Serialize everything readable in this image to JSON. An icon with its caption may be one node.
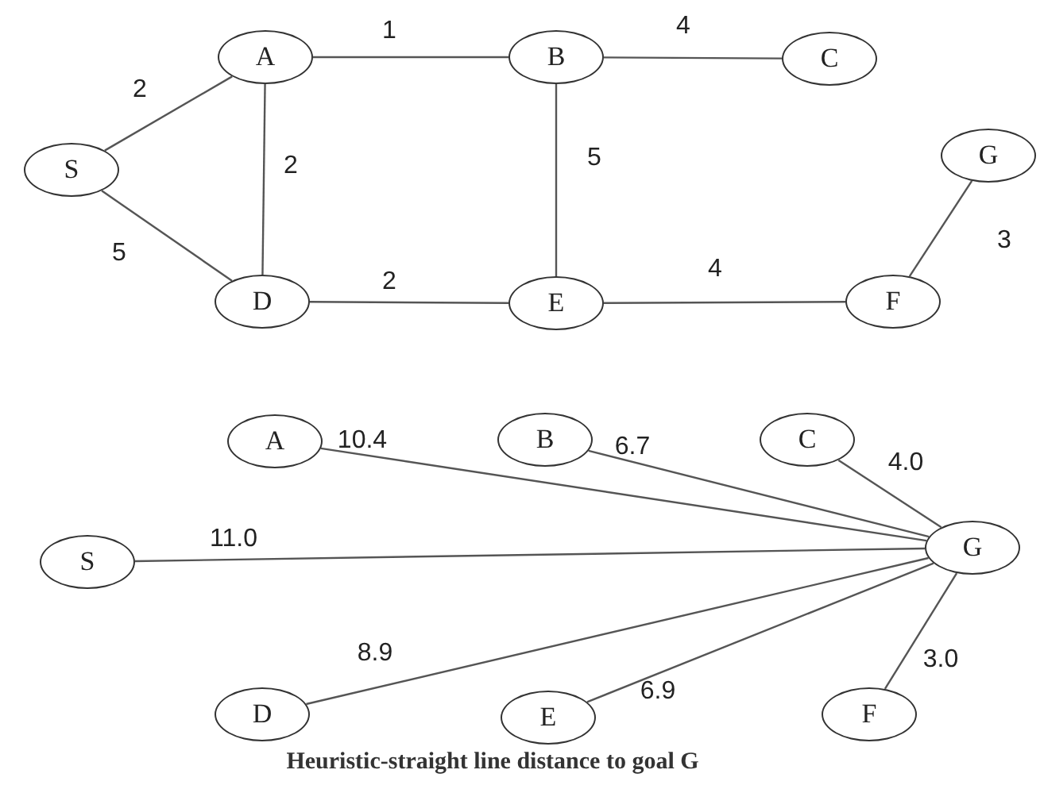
{
  "diagram": {
    "caption": "Heuristic-straight line distance to goal G",
    "nodes": [
      {
        "text": [
          "S"
        ]
      },
      {
        "text": [
          "A"
        ]
      },
      {
        "text": [
          "B"
        ]
      },
      {
        "text": [
          "C"
        ]
      },
      {
        "text": [
          "D"
        ]
      },
      {
        "text": [
          "E"
        ]
      },
      {
        "text": [
          "F"
        ]
      },
      {
        "text": [
          "G"
        ]
      },
      {
        "text": [
          "A"
        ]
      },
      {
        "text": [
          "B"
        ]
      },
      {
        "text": [
          "C"
        ]
      },
      {
        "text": [
          "S"
        ]
      },
      {
        "text": [
          "G"
        ]
      },
      {
        "text": [
          "D"
        ]
      },
      {
        "text": [
          "E"
        ]
      },
      {
        "text": [
          "F"
        ]
      }
    ],
    "edges": [
      {
        "from": 0,
        "to": 1,
        "arrow": "none",
        "label": "2"
      },
      {
        "from": 1,
        "to": 2,
        "arrow": "none",
        "label": "1"
      },
      {
        "from": 2,
        "to": 3,
        "arrow": "none",
        "label": "4"
      },
      {
        "from": 1,
        "to": 4,
        "arrow": "none",
        "label": "2"
      },
      {
        "from": 2,
        "to": 5,
        "arrow": "none",
        "label": "5"
      },
      {
        "from": 0,
        "to": 4,
        "arrow": "none",
        "label": "5"
      },
      {
        "from": 4,
        "to": 5,
        "arrow": "none",
        "label": "2"
      },
      {
        "from": 5,
        "to": 6,
        "arrow": "none",
        "label": "4"
      },
      {
        "from": 6,
        "to": 7,
        "arrow": "none",
        "label": "3"
      },
      {
        "from": 8,
        "to": 12,
        "arrow": "none",
        "label": "10.4"
      },
      {
        "from": 9,
        "to": 12,
        "arrow": "none",
        "label": "6.7"
      },
      {
        "from": 10,
        "to": 12,
        "arrow": "none",
        "label": "4.0"
      },
      {
        "from": 11,
        "to": 12,
        "arrow": "none",
        "label": "11.0"
      },
      {
        "from": 13,
        "to": 12,
        "arrow": "none",
        "label": "8.9"
      },
      {
        "from": 14,
        "to": 12,
        "arrow": "none",
        "label": "6.9"
      },
      {
        "from": 15,
        "to": 12,
        "arrow": "none",
        "label": "3.0"
      }
    ]
  }
}
